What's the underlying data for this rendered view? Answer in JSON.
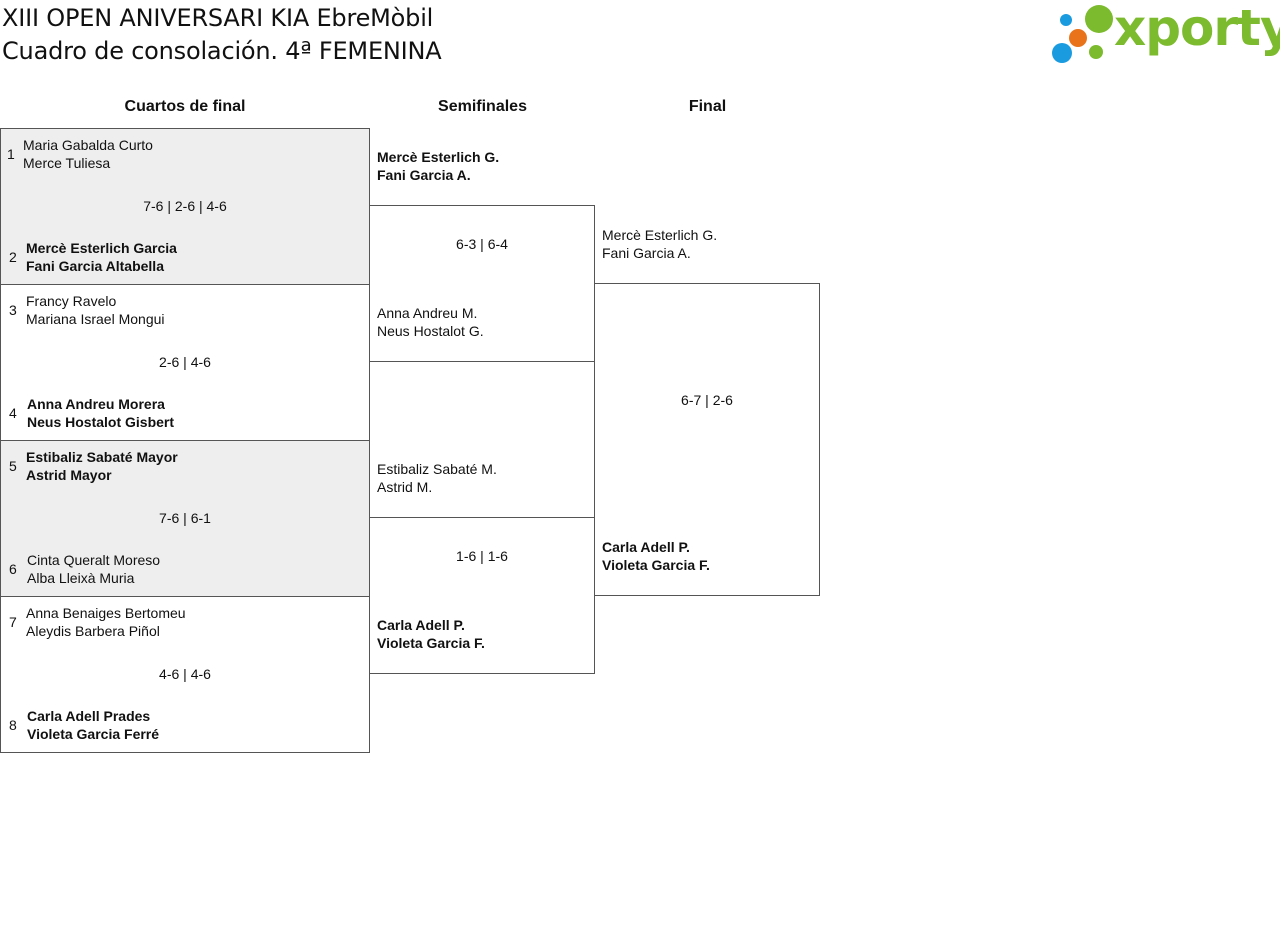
{
  "header": {
    "title_line1": "XIII OPEN ANIVERSARI KIA EbreMòbil",
    "title_line2": "Cuadro de consolación. 4ª FEMENINA"
  },
  "logo": {
    "text": "xporty",
    "colors": {
      "green": "#7cba2e",
      "blue": "#1a9be0",
      "orange": "#e8731a"
    }
  },
  "columns": {
    "qf": "Cuartos de final",
    "sf": "Semifinales",
    "final": "Final"
  },
  "quarterfinals": [
    {
      "top": {
        "seed": "1",
        "line1": "Maria Gabalda Curto",
        "line2": "Merce Tuliesa"
      },
      "score": "7-6 | 2-6 | 4-6",
      "bottom": {
        "seed": "2",
        "line1": "Mercè Esterlich Garcia",
        "line2": "Fani Garcia Altabella"
      }
    },
    {
      "top": {
        "seed": "3",
        "line1": "Francy Ravelo",
        "line2": "Mariana Israel Mongui"
      },
      "score": "2-6 | 4-6",
      "bottom": {
        "seed": "4",
        "line1": "Anna Andreu Morera",
        "line2": "Neus Hostalot Gisbert"
      }
    },
    {
      "top": {
        "seed": "5",
        "line1": "Estibaliz Sabaté Mayor",
        "line2": "Astrid Mayor"
      },
      "score": "7-6 | 6-1",
      "bottom": {
        "seed": "6",
        "line1": "Cinta Queralt Moreso",
        "line2": "Alba Lleixà Muria"
      }
    },
    {
      "top": {
        "seed": "7",
        "line1": "Anna Benaiges Bertomeu",
        "line2": "Aleydis Barbera Piñol"
      },
      "score": "4-6 | 4-6",
      "bottom": {
        "seed": "8",
        "line1": "Carla Adell Prades",
        "line2": "Violeta Garcia Ferré"
      }
    }
  ],
  "semifinals": [
    {
      "top": {
        "line1": "Mercè Esterlich G.",
        "line2": "Fani Garcia A."
      },
      "score": "6-3 | 6-4",
      "bottom": {
        "line1": "Anna Andreu M.",
        "line2": "Neus Hostalot G."
      }
    },
    {
      "top": {
        "line1": "Estibaliz Sabaté M.",
        "line2": "Astrid M."
      },
      "score": "1-6 | 1-6",
      "bottom": {
        "line1": "Carla Adell P.",
        "line2": "Violeta Garcia F."
      }
    }
  ],
  "final": {
    "top": {
      "line1": "Mercè Esterlich G.",
      "line2": "Fani Garcia A."
    },
    "score": "6-7 | 2-6",
    "bottom": {
      "line1": "Carla Adell P.",
      "line2": "Violeta Garcia F."
    }
  }
}
